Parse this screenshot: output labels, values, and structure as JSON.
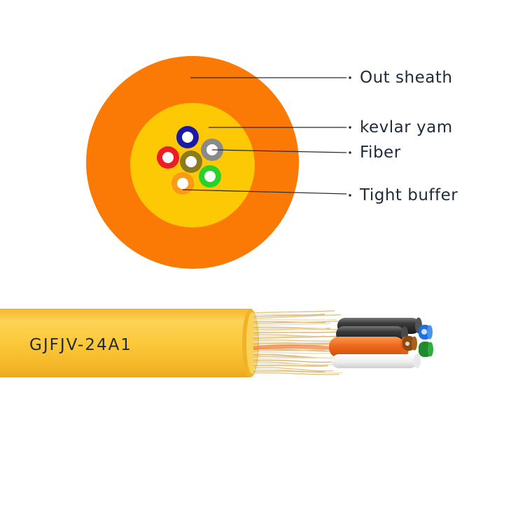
{
  "cross_section": {
    "labels": {
      "out_sheath": "Out sheath",
      "kevlar": "kevlar yam",
      "fiber": "Fiber",
      "tight_buffer": "Tight buffer"
    },
    "colors": {
      "sheath": "#fa7a05",
      "kevlar": "#fdc804",
      "fiber_blue": "#1a1aa6",
      "fiber_red": "#ee1c24",
      "fiber_olive": "#8b7a1e",
      "fiber_gray": "#8a8a8a",
      "fiber_green": "#2bd12b",
      "fiber_orange": "#fb9a16"
    }
  },
  "cable": {
    "model": "GJFJV-24A1",
    "colors": {
      "jacket": "#fcc52a",
      "strand_black": "#3a3a3a",
      "strand_orange": "#f26a1d",
      "strand_white": "#f2f2f2",
      "tip_blue": "#1f6fe0",
      "tip_brown": "#8a4a10",
      "tip_green": "#1f8a2e"
    }
  }
}
